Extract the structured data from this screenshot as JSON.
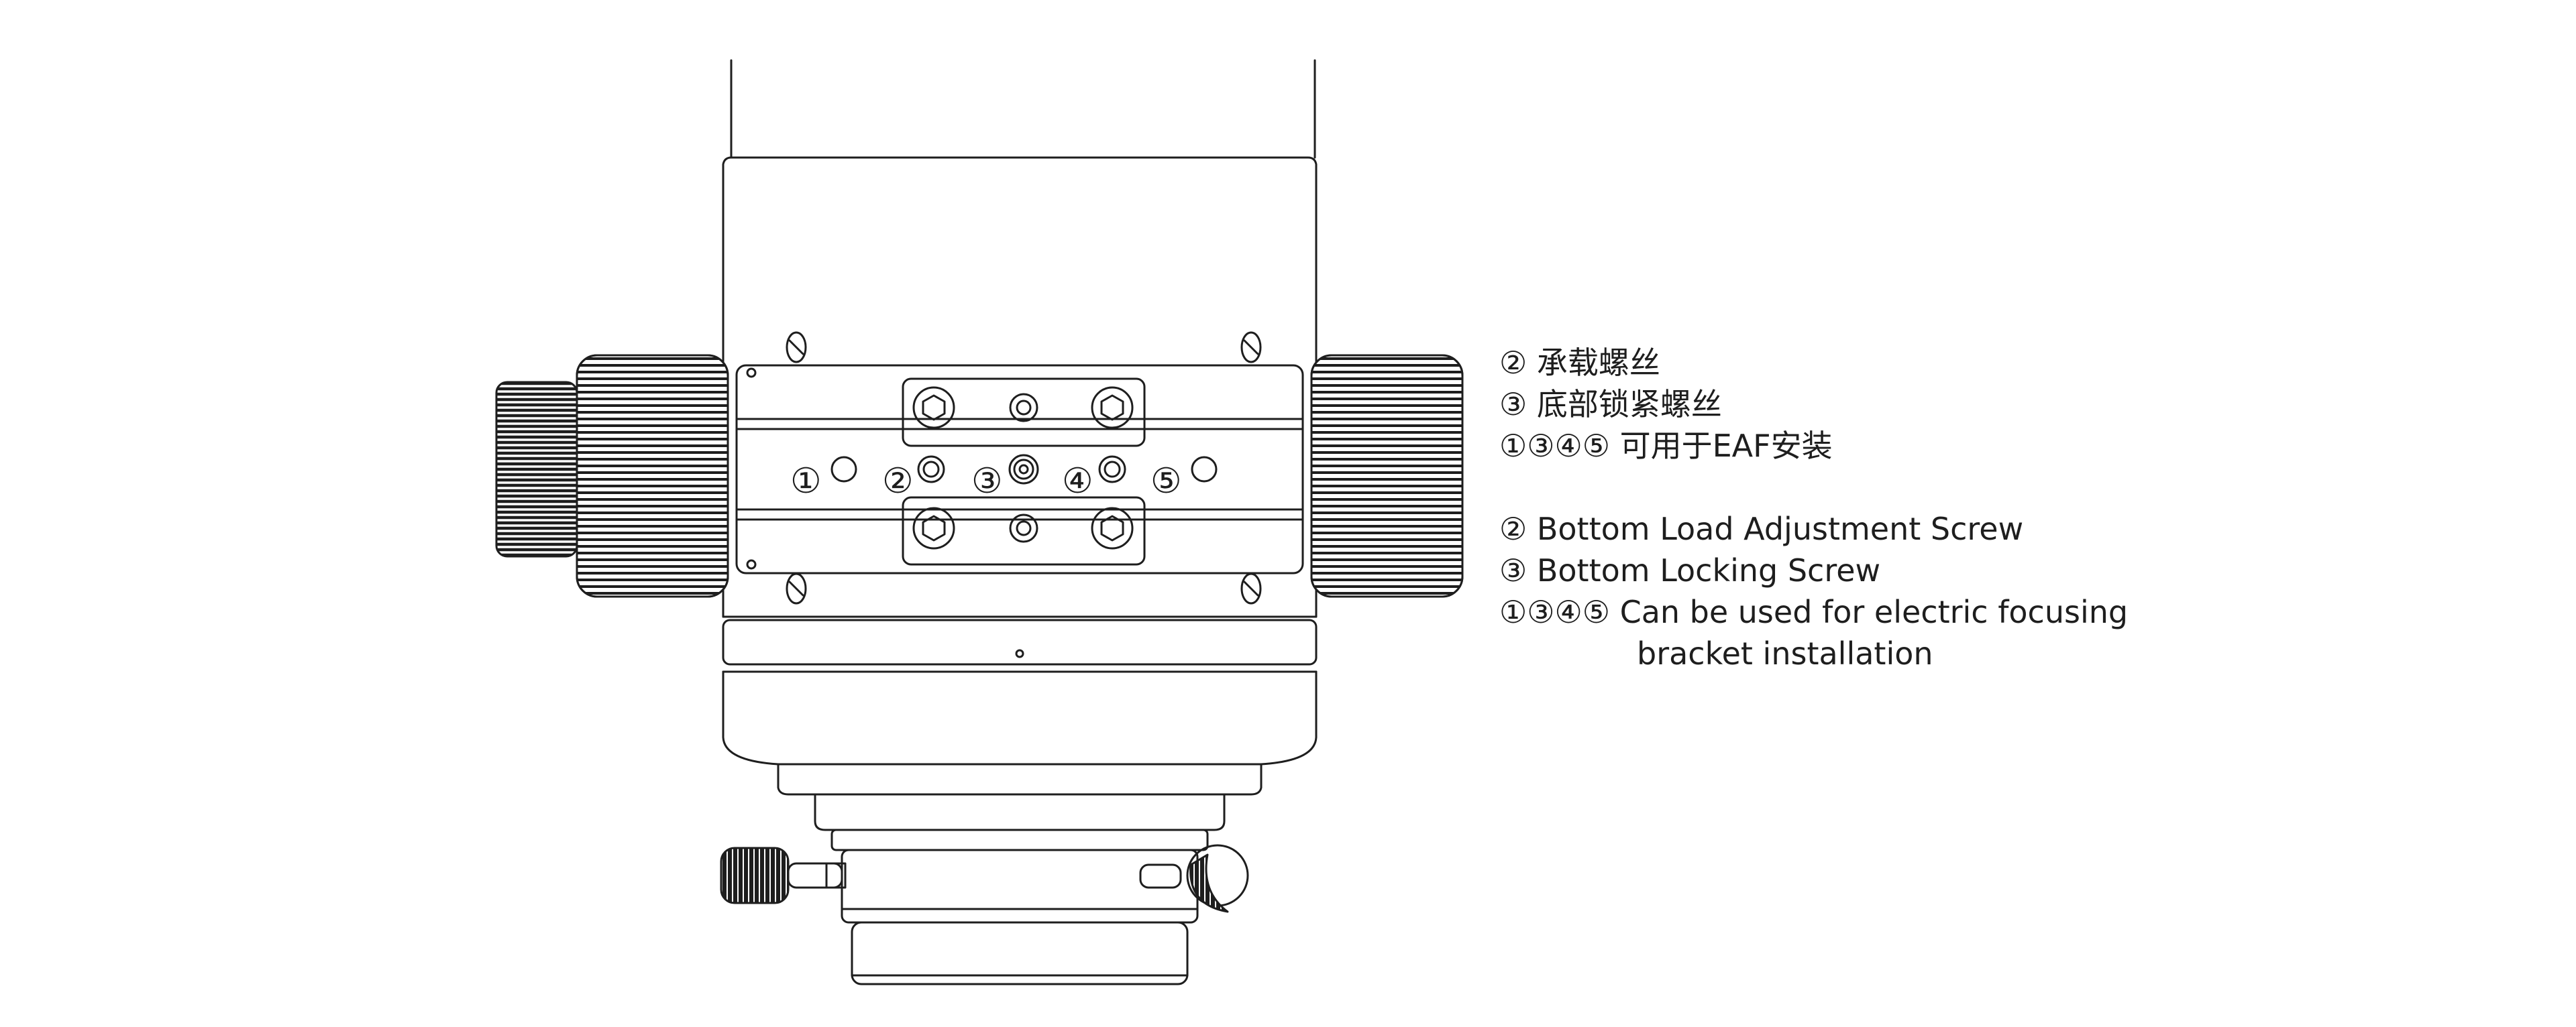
{
  "callouts": [
    "①",
    "②",
    "③",
    "④",
    "⑤"
  ],
  "legend": {
    "zh": [
      "② 承载螺丝",
      "③ 底部锁紧螺丝",
      "①③④⑤ 可用于EAF安装"
    ],
    "en": [
      "② Bottom Load Adjustment Screw",
      "③ Bottom Locking Screw",
      "①③④⑤ Can be used for electric focusing",
      "bracket installation"
    ]
  },
  "colors": {
    "line": "#1e1e1e",
    "background": "#ffffff"
  }
}
